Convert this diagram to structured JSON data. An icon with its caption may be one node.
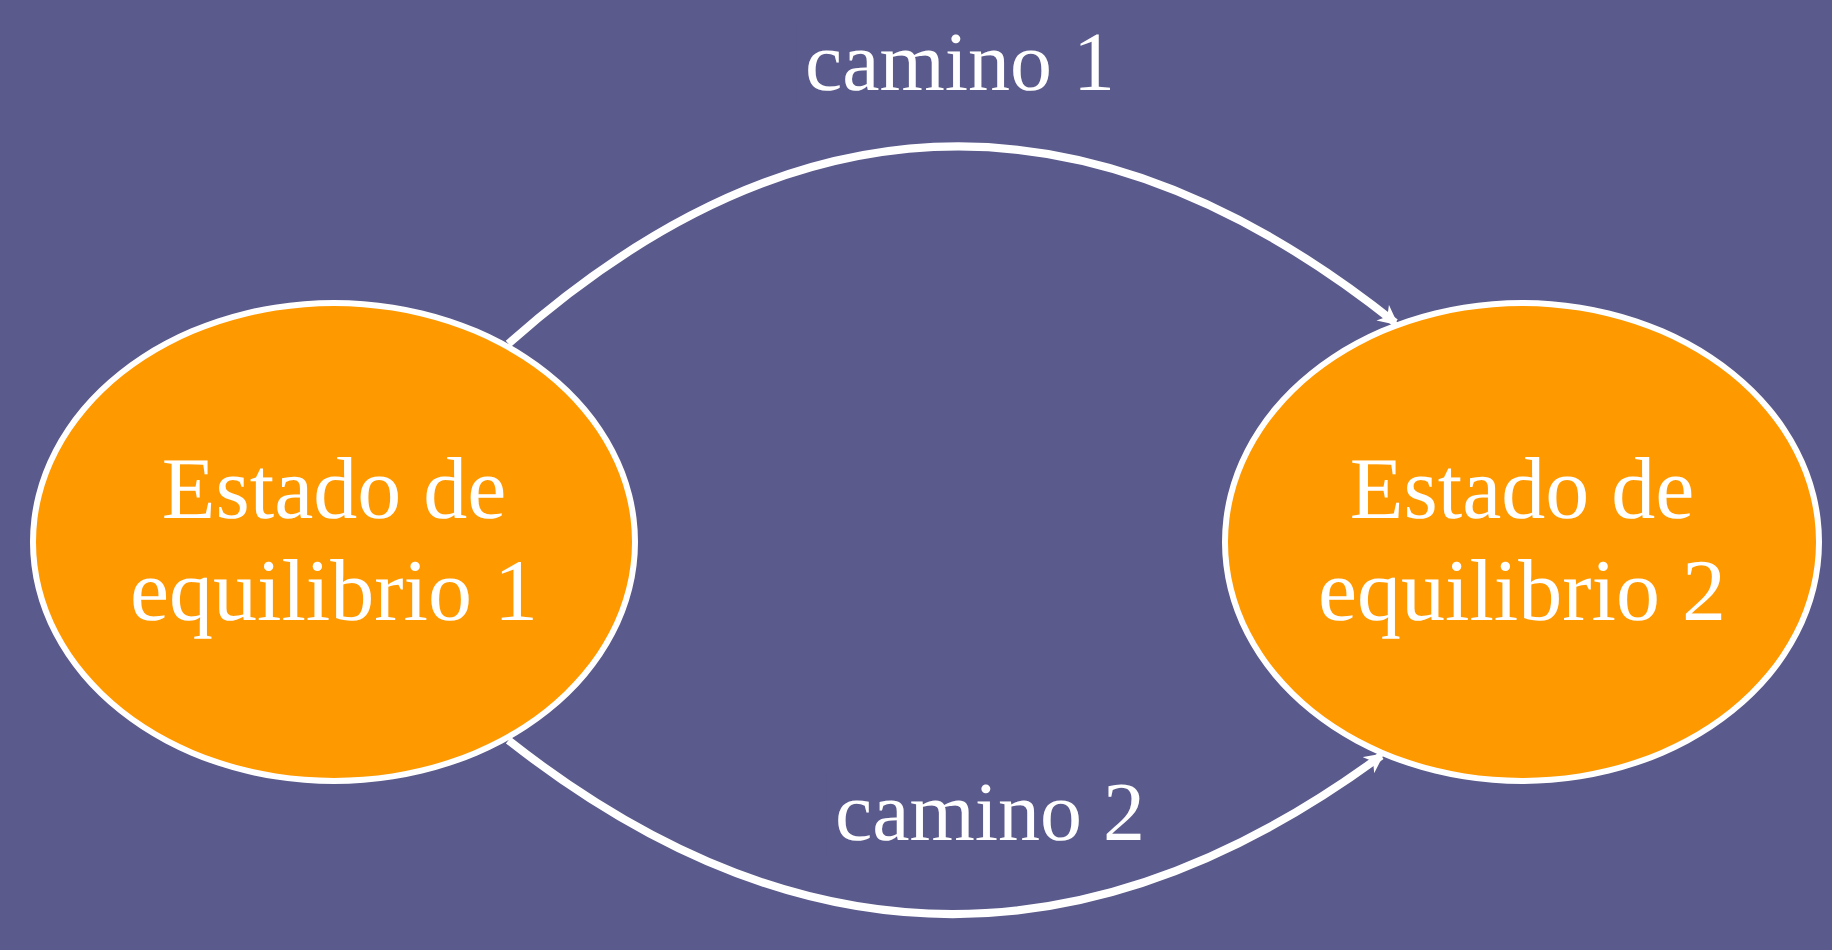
{
  "diagram": {
    "nodes": [
      {
        "text": [
          "Estado de equilibrio 1"
        ]
      },
      {
        "text": [
          "Estado de equilibrio 2"
        ]
      }
    ],
    "edges": [
      {
        "from": 0,
        "to": 1,
        "arrow": "to",
        "label": "camino 1"
      },
      {
        "from": 0,
        "to": 1,
        "arrow": "to",
        "label": "camino 2"
      }
    ]
  }
}
